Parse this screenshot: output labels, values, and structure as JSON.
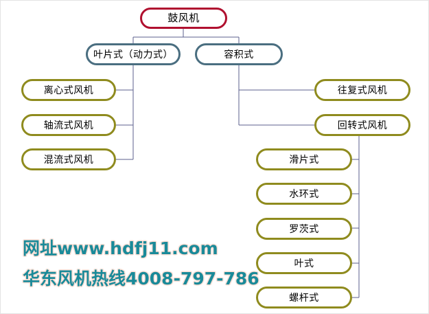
{
  "diagram": {
    "title_node": {
      "label": "鼓风机",
      "color": "#b0102f"
    },
    "level2": [
      {
        "label": "叶片式（动力式）",
        "color": "#4a6e80"
      },
      {
        "label": "容积式",
        "color": "#4a6e80"
      }
    ],
    "vane_children": [
      {
        "label": "离心式风机"
      },
      {
        "label": "轴流式风机"
      },
      {
        "label": "混流式风机"
      }
    ],
    "volumetric_children": [
      {
        "label": "往复式风机"
      },
      {
        "label": "回转式风机"
      }
    ],
    "rotary_children": [
      {
        "label": "滑片式"
      },
      {
        "label": "水环式"
      },
      {
        "label": "罗茨式"
      },
      {
        "label": "叶式"
      },
      {
        "label": "螺杆式"
      }
    ],
    "leaf_color": "#8f8b1e",
    "connector_color": "#5b5f8e"
  },
  "watermark": {
    "line1": "网址www.hdfj11.com",
    "line2": "华东风机热线4008-797-786",
    "color": "#1a8a99",
    "outline_color": "#fadfd5"
  }
}
